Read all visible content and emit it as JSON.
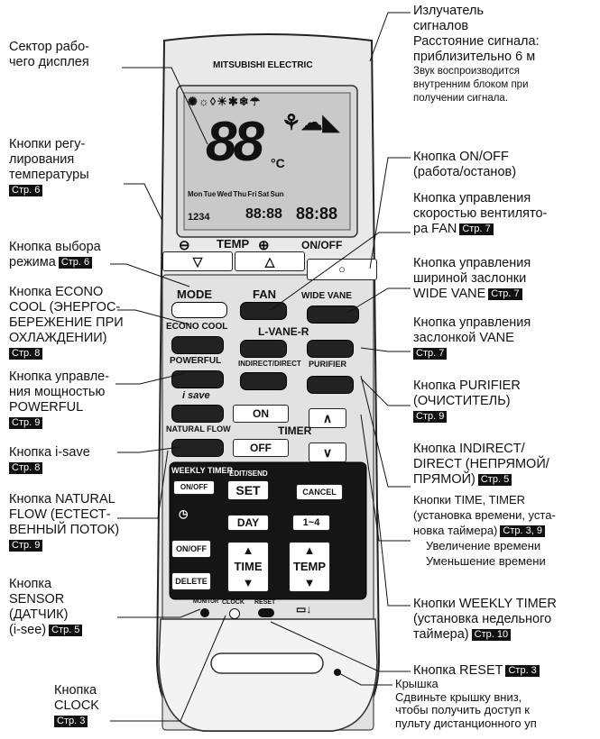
{
  "brand": "MITSUBISHI ELECTRIC",
  "remote": {
    "lcd_digits": "88",
    "lcd_unit": "°C",
    "lcd_days": "Mon Tue Wed Thu Fri Sat Sun",
    "lcd_weekly": "1234",
    "lcd_clock": "88:88",
    "lcd_timer": "88:88",
    "temp_label": "TEMP",
    "onoff_label": "ON/OFF",
    "mode": "MODE",
    "fan": "FAN",
    "wide_vane": "WIDE VANE",
    "l_vane_r": "L-VANE-R",
    "econo_cool": "ECONO COOL",
    "powerful": "POWERFUL",
    "indirect": "INDIRECT/DIRECT",
    "purifier": "PURIFIER",
    "i_save": "i save",
    "natural_flow": "NATURAL FLOW",
    "on": "ON",
    "off": "OFF",
    "timer": "TIMER",
    "weekly_timer": "WEEKLY TIMER",
    "weekly_onoff": "ON/OFF",
    "edit_send": "EDIT/SEND",
    "set": "SET",
    "cancel": "CANCEL",
    "day": "DAY",
    "range": "1~4",
    "onoff2": "ON/OFF",
    "delete": "DELETE",
    "time": "TIME",
    "temp2": "TEMP",
    "monitor": "MONITOR",
    "clock": "CLOCK",
    "reset": "RESET"
  },
  "callouts": {
    "emitter": [
      "Излучатель",
      "сигналов",
      "Расстояние сигнала:",
      "приблизительно 6 м"
    ],
    "emitter_small": [
      "Звук воспроизводится",
      "внутренним блоком при",
      "получении сигнала."
    ],
    "display": [
      "Сектор рабо-",
      "чего дисплея"
    ],
    "temp": [
      "Кнопки регу-",
      "лирования",
      "температуры"
    ],
    "temp_page": "Стр. 6",
    "mode": [
      "Кнопка выбора",
      "режима"
    ],
    "mode_page": "Стр. 6",
    "econo": [
      "Кнопка ECONO",
      "COOL (ЭНЕРГОС-",
      "БЕРЕЖЕНИЕ ПРИ",
      "ОХЛАЖДЕНИИ)"
    ],
    "econo_page": "Стр. 8",
    "powerful": [
      "Кнопка управле-",
      "ния мощностью",
      "POWERFUL"
    ],
    "powerful_page": "Стр. 9",
    "isave": "Кнопка i-save",
    "isave_page": "Стр. 8",
    "natural": [
      "Кнопка NATURAL",
      "FLOW (ЕСТЕСТ-",
      "ВЕННЫЙ ПОТОК)"
    ],
    "natural_page": "Стр. 9",
    "sensor": [
      "Кнопка",
      "SENSOR",
      "(ДАТЧИК)",
      "(i-see)"
    ],
    "sensor_page": "Стр. 5",
    "clock": [
      "Кнопка",
      "CLOCK"
    ],
    "clock_page": "Стр. 3",
    "onoff": [
      "Кнопка ON/OFF",
      "(работа/останов)"
    ],
    "fan": [
      "Кнопка управления",
      "скоростью вентилято-",
      "ра FAN"
    ],
    "fan_page": "Стр. 7",
    "wide": [
      "Кнопка управления",
      "шириной заслонки",
      "WIDE VANE"
    ],
    "wide_page": "Стр. 7",
    "vane": [
      "Кнопка управления",
      "заслонкой VANE"
    ],
    "vane_page": "Стр. 7",
    "purifier": [
      "Кнопка PURIFIER",
      "(ОЧИСТИТЕЛЬ)"
    ],
    "purifier_page": "Стр. 9",
    "indirect": [
      "Кнопка INDIRECT/",
      "DIRECT (НЕПРЯМОЙ/",
      "ПРЯМОЙ)"
    ],
    "indirect_page": "Стр. 5",
    "timebtns": [
      "Кнопки TIME, TIMER",
      "(установка времени, уста-",
      "новка таймера)"
    ],
    "timebtns_page": "Стр. 3, 9",
    "time_up": "Увеличение времени",
    "time_down": "Уменьшение времени",
    "weekly": [
      "Кнопки WEEKLY TIMER",
      "(установка недельного",
      "таймера)"
    ],
    "weekly_page": "Стр. 10",
    "reset": "Кнопка RESET",
    "reset_page": "Стр. 3",
    "cover": [
      "Крышка",
      "Сдвиньте крышку вниз,",
      "чтобы получить доступ к",
      "пульту дистанционного уп"
    ]
  }
}
